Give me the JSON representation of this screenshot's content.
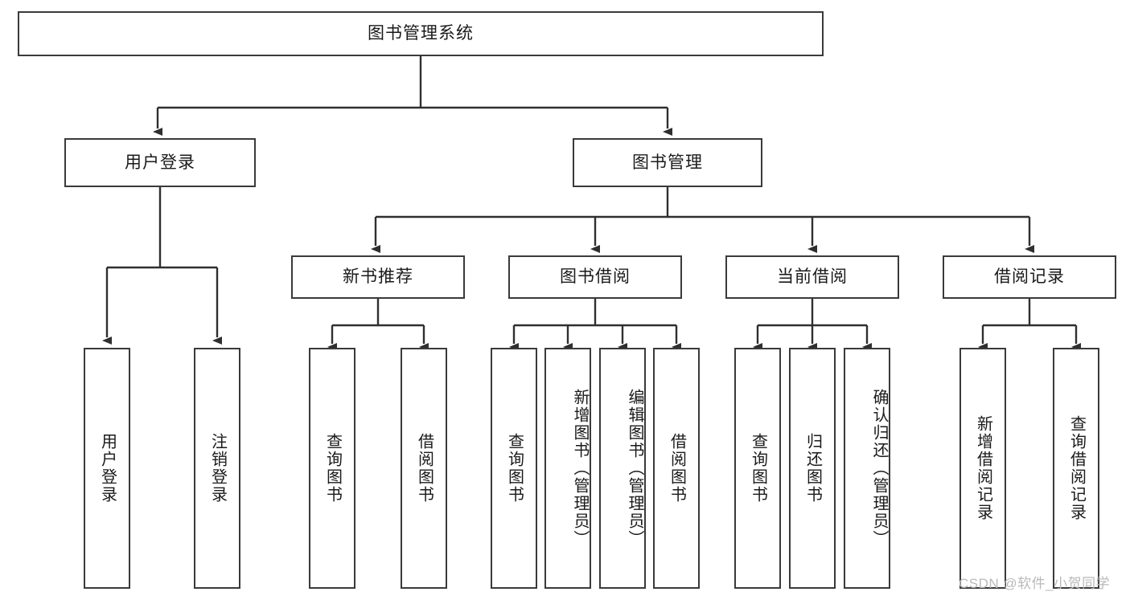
{
  "diagram": {
    "title_node": {
      "label": "图书管理系统"
    },
    "level1": [
      {
        "id": "user-login",
        "label": "用户登录"
      },
      {
        "id": "book-management",
        "label": "图书管理"
      }
    ],
    "level2": [
      {
        "id": "new-book-recommend",
        "label": "新书推荐"
      },
      {
        "id": "book-borrow",
        "label": "图书借阅"
      },
      {
        "id": "current-borrow",
        "label": "当前借阅"
      },
      {
        "id": "borrow-record",
        "label": "借阅记录"
      }
    ],
    "leaves": [
      {
        "id": "user-login-leaf",
        "label": "用户登录"
      },
      {
        "id": "logout-leaf",
        "label": "注销登录"
      },
      {
        "id": "query-book-recommend",
        "label": "查询图书"
      },
      {
        "id": "borrow-book-recommend",
        "label": "借阅图书"
      },
      {
        "id": "query-book-borrow",
        "label": "查询图书"
      },
      {
        "id": "add-book-admin",
        "label": "新增图书（管理员）"
      },
      {
        "id": "edit-book-admin",
        "label": "编辑图书（管理员）"
      },
      {
        "id": "borrow-book",
        "label": "借阅图书"
      },
      {
        "id": "query-book-current",
        "label": "查询图书"
      },
      {
        "id": "return-book",
        "label": "归还图书"
      },
      {
        "id": "confirm-return-admin",
        "label": "确认归还（管理员）"
      },
      {
        "id": "add-borrow-record",
        "label": "新增借阅记录"
      },
      {
        "id": "query-borrow-record",
        "label": "查询借阅记录"
      }
    ],
    "watermark": "CSDN @软件_小贺同学",
    "colors": {
      "border": "#3a3a3a",
      "edge": "#2f2f2f",
      "background": "#ffffff",
      "text": "#1a1a1a",
      "watermark": "#b9b9b9"
    }
  }
}
